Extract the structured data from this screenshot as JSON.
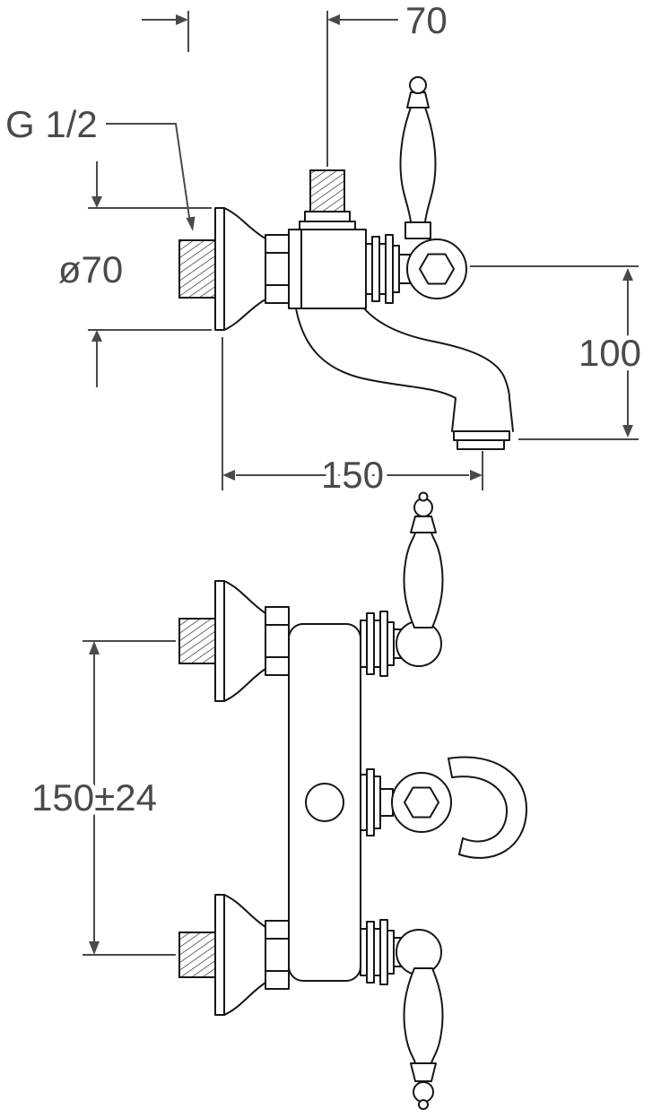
{
  "colors": {
    "outline": "#161616",
    "dimension": "#4a4a4a",
    "background": "#ffffff"
  },
  "dimensions": {
    "top_offset": "70",
    "thread_size": "G 1/2",
    "flange_diameter": "ø70",
    "spout_height": "100",
    "spout_reach": "150",
    "connection_spacing": "150±24"
  }
}
